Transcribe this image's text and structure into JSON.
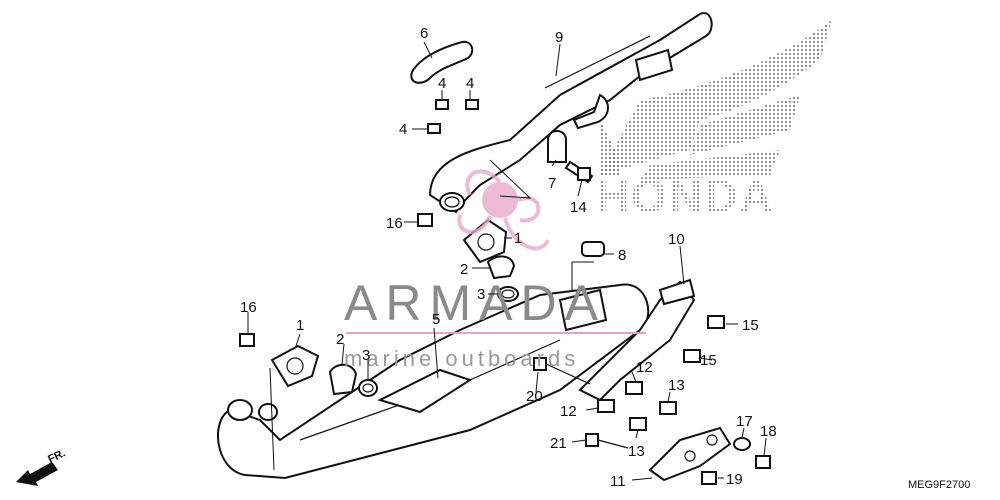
{
  "diagram": {
    "brand_text": "HONDA",
    "diagram_code": "MEG9F2700",
    "front_marker": "FR.",
    "watermark": {
      "title": "ARMADA",
      "subtitle": "marine outboards",
      "color": "#e6a3c6"
    },
    "callouts": {
      "c1a": "1",
      "c1b": "1",
      "c2a": "2",
      "c2b": "2",
      "c3a": "3",
      "c3b": "3",
      "c4a": "4",
      "c4b": "4",
      "c4c": "4",
      "c5": "5",
      "c6": "6",
      "c7": "7",
      "c8": "8",
      "c9": "9",
      "c10": "10",
      "c11": "11",
      "c12a": "12",
      "c12b": "12",
      "c13a": "13",
      "c13b": "13",
      "c14": "14",
      "c15a": "15",
      "c15b": "15",
      "c16a": "16",
      "c16b": "16",
      "c17": "17",
      "c18": "18",
      "c19": "19",
      "c20": "20",
      "c21": "21"
    }
  }
}
